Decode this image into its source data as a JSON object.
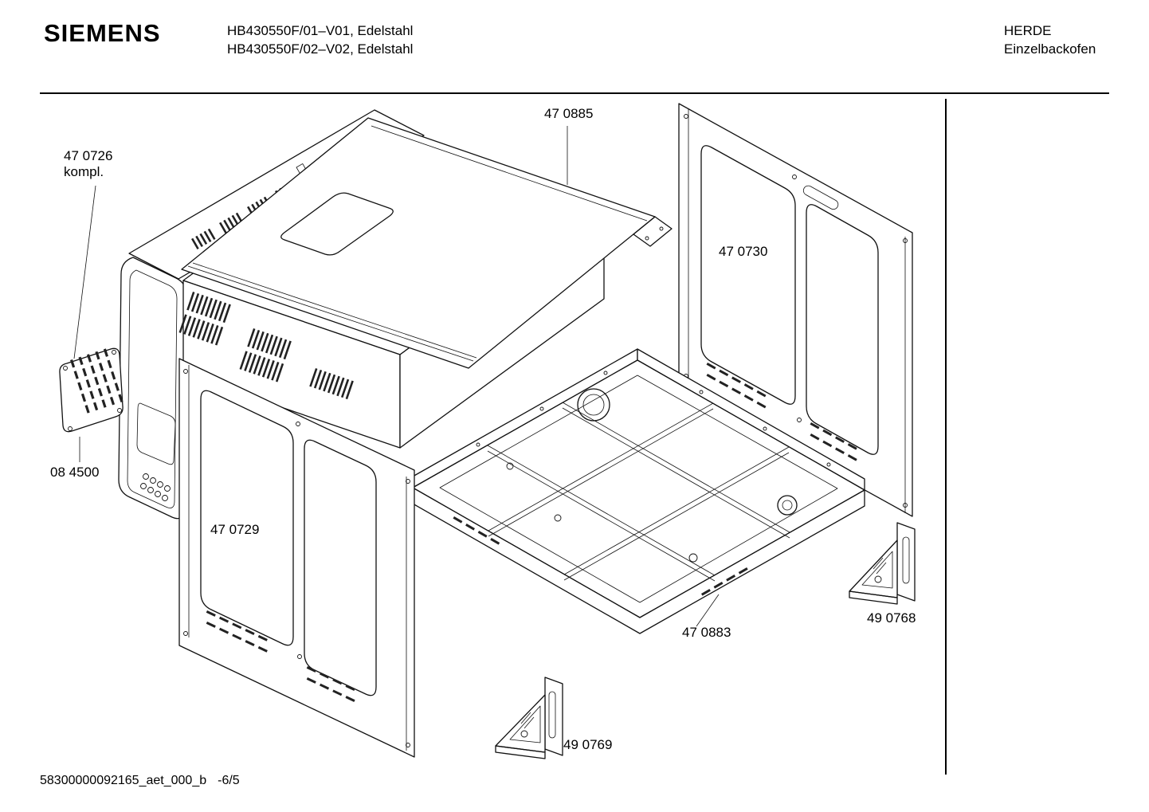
{
  "header": {
    "brand": "SIEMENS",
    "models": [
      "HB430550F/01–V01, Edelstahl",
      "HB430550F/02–V02, Edelstahl"
    ],
    "category": [
      "HERDE",
      "Einzelbackofen"
    ]
  },
  "labels": {
    "top_cover": "47 0885",
    "frame_id": "47 0726",
    "frame_suffix": "kompl.",
    "right_panel": "47 0730",
    "vent_plate": "08 4500",
    "left_panel": "47 0729",
    "base_frame": "47 0883",
    "bracket_right": "49 0768",
    "bracket_front": "49 0769"
  },
  "footer": {
    "doc_id": "58300000092165_aet_000_b",
    "page": "-6/5"
  }
}
